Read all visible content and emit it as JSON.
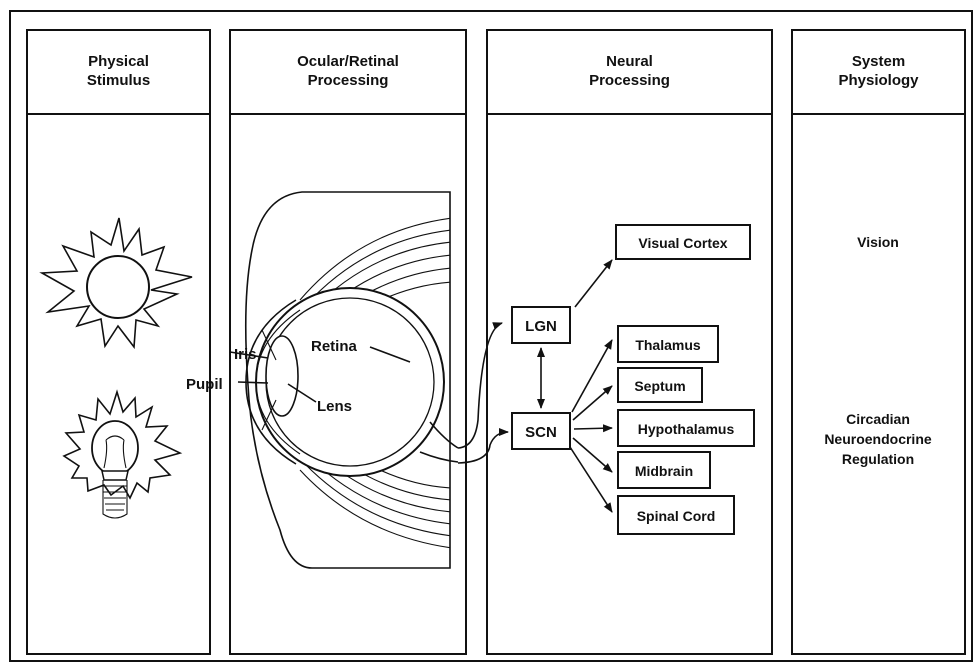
{
  "columns": [
    {
      "title_line1": "Physical",
      "title_line2": "Stimulus"
    },
    {
      "title_line1": "Ocular/Retinal",
      "title_line2": "Processing"
    },
    {
      "title_line1": "Neural",
      "title_line2": "Processing"
    },
    {
      "title_line1": "System",
      "title_line2": "Physiology"
    }
  ],
  "stimuli": {
    "sun_icon": "sun-icon",
    "bulb_icon": "lightbulb-icon"
  },
  "eye_labels": {
    "iris": "Iris",
    "pupil": "Pupil",
    "retina": "Retina",
    "lens": "Lens"
  },
  "neural_nodes": {
    "lgn": "LGN",
    "scn": "SCN"
  },
  "lgn_targets": [
    "Visual Cortex"
  ],
  "scn_targets": [
    "Thalamus",
    "Septum",
    "Hypothalamus",
    "Midbrain",
    "Spinal Cord"
  ],
  "physiology": {
    "vision": "Vision",
    "circadian_line1": "Circadian",
    "circadian_line2": "Neuroendocrine",
    "circadian_line3": "Regulation"
  }
}
